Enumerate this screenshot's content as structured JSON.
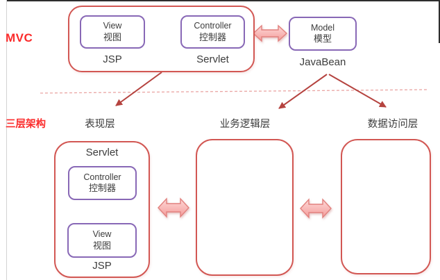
{
  "colors": {
    "accent_red_text": "#fb2b2b",
    "container_border_red": "#d25753",
    "component_border_purple": "#8868b6",
    "block_arrow_pink": "#f5a2a0",
    "thin_arrow_red": "#b5433f",
    "dashed_divider_pink": "#eaa5a3",
    "text_dark": "#3c3c3c"
  },
  "mvc_row": {
    "row_label": "MVC",
    "group": {
      "view": {
        "en": "View",
        "zh": "视图"
      },
      "controller": {
        "en": "Controller",
        "zh": "控制器"
      },
      "view_caption": "JSP",
      "controller_caption": "Servlet"
    },
    "model": {
      "en": "Model",
      "zh": "模型"
    },
    "model_caption": "JavaBean"
  },
  "three_tier_row": {
    "row_label": "三层架构",
    "presentation_layer": "表现层",
    "business_layer": "业务逻辑层",
    "data_layer": "数据访问层",
    "presentation_box": {
      "title": "Servlet",
      "controller": {
        "en": "Controller",
        "zh": "控制器"
      },
      "view": {
        "en": "View",
        "zh": "视图"
      },
      "caption": "JSP"
    }
  }
}
